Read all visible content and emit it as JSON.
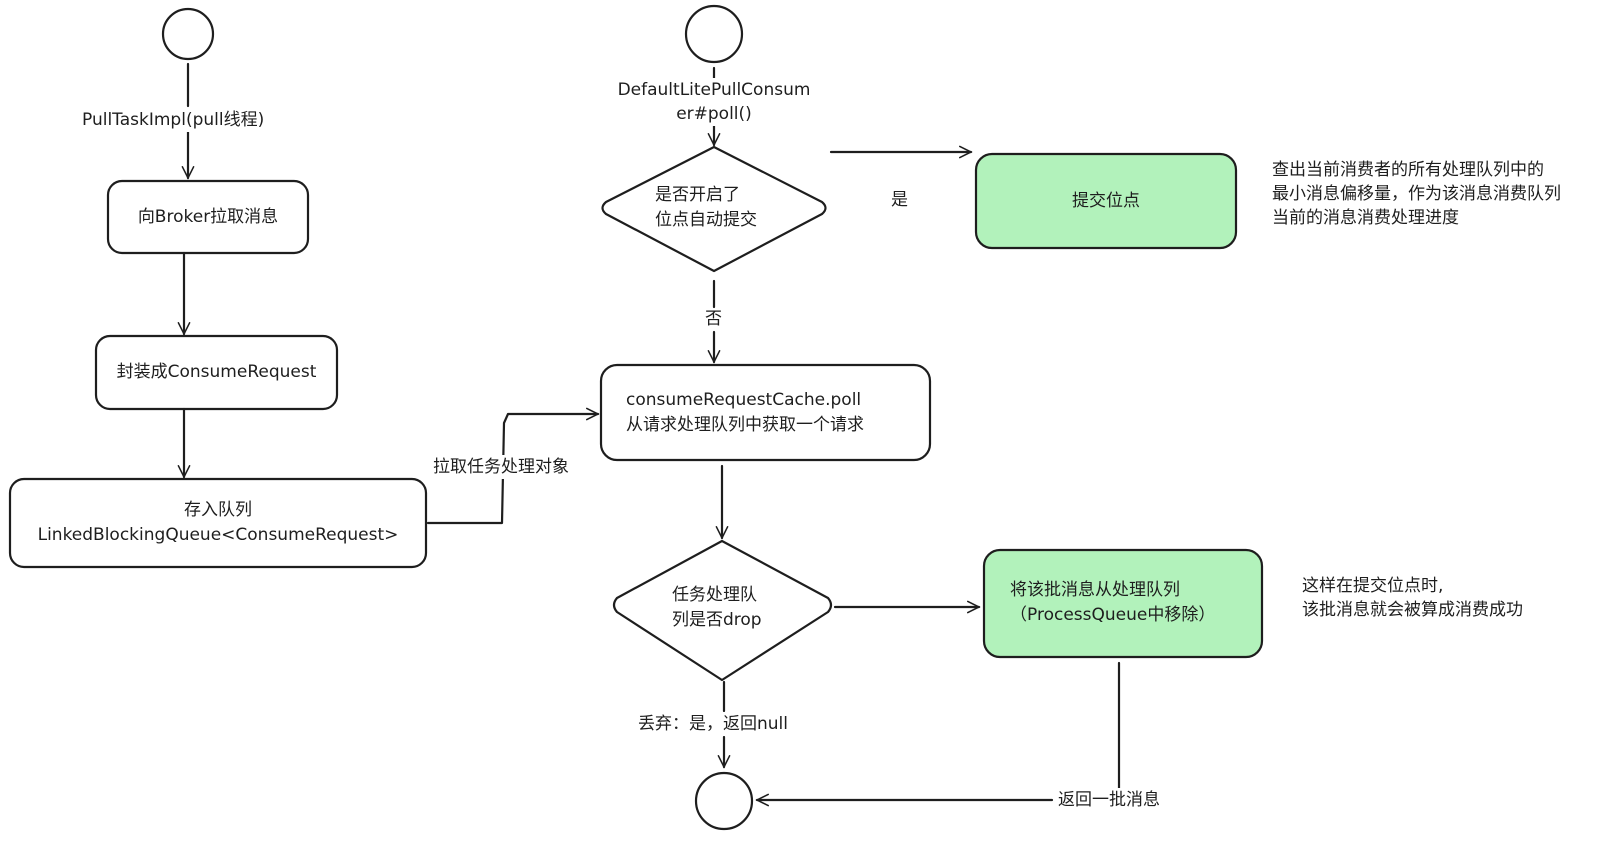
{
  "diagram": {
    "colors": {
      "stroke": "#1e1e1e",
      "highlight_fill": "#b2f2bb",
      "background": "#ffffff"
    },
    "left_flow": {
      "start_label": "PullTaskImpl(pull线程)",
      "step1": "向Broker拉取消息",
      "step2": "封装成ConsumeRequest",
      "step3_line1": "存入队列",
      "step3_line2": "LinkedBlockingQueue<ConsumeRequest>",
      "link_label": "拉取任务处理对象"
    },
    "right_flow": {
      "start_label_line1": "DefaultLitePullConsum",
      "start_label_line2": "er#poll()",
      "decision1_line1": "是否开启了",
      "decision1_line2": "位点自动提交",
      "yes_label": "是",
      "no_label": "否",
      "commit_box": "提交位点",
      "commit_note_line1": "查出当前消费者的所有处理队列中的",
      "commit_note_line2": "最小消息偏移量，作为该消息消费队列",
      "commit_note_line3": "当前的消息消费处理进度",
      "poll_box_line1": "consumeRequestCache.poll",
      "poll_box_line2": "从请求处理队列中获取一个请求",
      "decision2_line1": "任务处理队",
      "decision2_line2": "列是否drop",
      "remove_box_line1": "将该批消息从处理队列",
      "remove_box_line2": "（ProcessQueue中移除）",
      "remove_note_line1": "这样在提交位点时,",
      "remove_note_line2": "该批消息就会被算成消费成功",
      "drop_label": "丢弃：是，返回null",
      "return_label": "返回一批消息"
    }
  }
}
